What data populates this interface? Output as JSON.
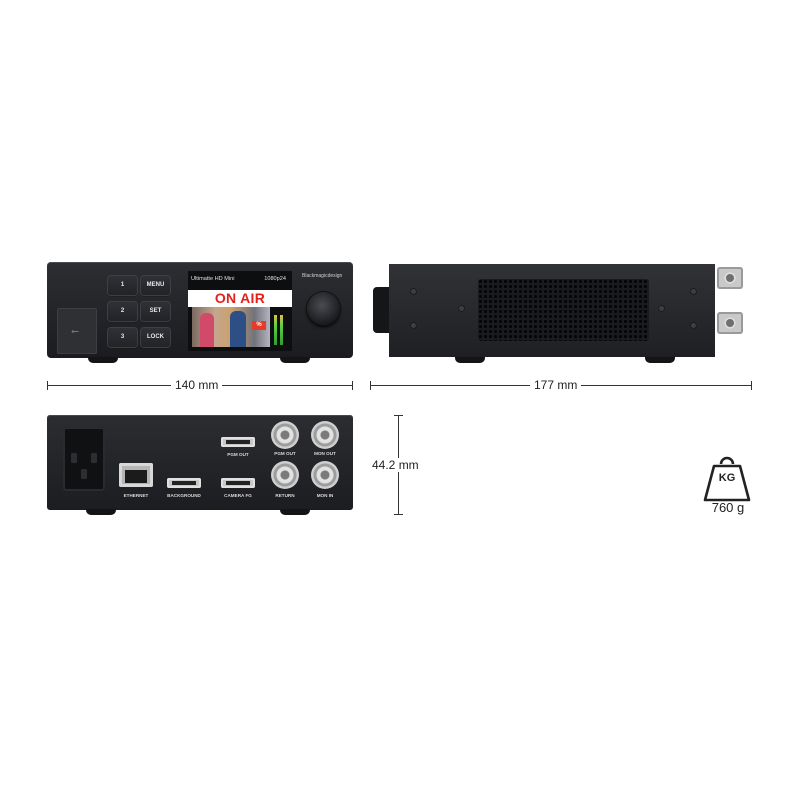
{
  "front_panel": {
    "keys": [
      "1",
      "MENU",
      "2",
      "SET",
      "3",
      "LOCK"
    ],
    "lcd": {
      "device_name": "Ultimatte HD Mini",
      "video_format": "1080p24",
      "on_air": "ON AIR"
    },
    "logo": "Blackmagicdesign"
  },
  "rear_panel": {
    "ports": {
      "ethernet": "ETHERNET",
      "background": "BACKGROUND",
      "camera_fg": "CAMERA FG",
      "pgm_out_hdmi": "PGM OUT",
      "pgm_out_sdi": "PGM OUT",
      "mon_out": "MON OUT",
      "return": "RETURN",
      "mon_in": "MON IN"
    }
  },
  "dimensions": {
    "width": "140 mm",
    "depth": "177 mm",
    "height": "44.2 mm"
  },
  "weight": {
    "icon_label": "KG",
    "value": "760 g"
  }
}
